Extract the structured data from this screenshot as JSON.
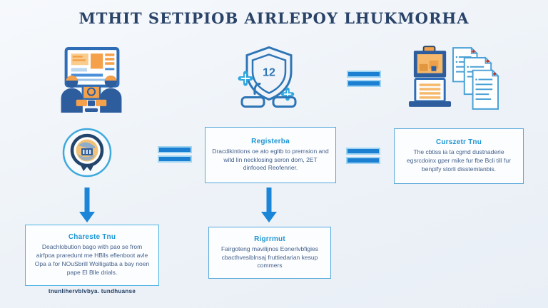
{
  "title": "MTHIT SETIPIOB AIRLEPOY LHUKMORHA",
  "shield": {
    "number": "12"
  },
  "boxes": {
    "register": {
      "title": "Registerba",
      "body": "Dracdikintions oe ato egltb to premsion and witd lin necklosing seron dom, 2ET dinfooed Reofenrier."
    },
    "current": {
      "title": "Curszetr Tnu",
      "body": "The cbtiss ia ta cgmd dustnaderie egsrcdoinx gper mike fur fbe Bcli till fur benpify storli disstemlanbis."
    },
    "charter": {
      "title": "Chareste Tnu",
      "body": "Deachlobution bago with pao se from airfpoa praredunt me HBlls eflenboot avle Opa a for NOuSbrill Wolligatba a bay noen pape El Blle drials."
    },
    "agreement": {
      "title": "Rigrrmut",
      "body": "Fairgoteng mavilijnos Eonerlvbfigies cbacthvesiblnsaj fruttiedarian kesup commers"
    }
  },
  "caption": "tnunlihervblvbya. tundhuanse",
  "icons": {
    "top_left": "team-at-monitor-icon",
    "top_middle": "shield-12-badge-icon",
    "top_right": "kiosk-documents-icon",
    "mid_left": "round-seal-globe-icon",
    "connectors": [
      "equals-icon",
      "equals-icon",
      "equals-icon",
      "down-arrow-icon",
      "down-arrow-icon"
    ]
  },
  "colors": {
    "background": "#edf2f8",
    "title_navy": "#2a4368",
    "icon_blue": "#2e6cb5",
    "icon_navy": "#2e5d9e",
    "light_blue": "#2fa8e0",
    "orange": "#f5a04a",
    "accent_arrow": "#1b86d8",
    "box_border": "#58a9dc",
    "box_title": "#1e96d2",
    "body_text": "#44618a",
    "doc_red": "#c0392b"
  }
}
